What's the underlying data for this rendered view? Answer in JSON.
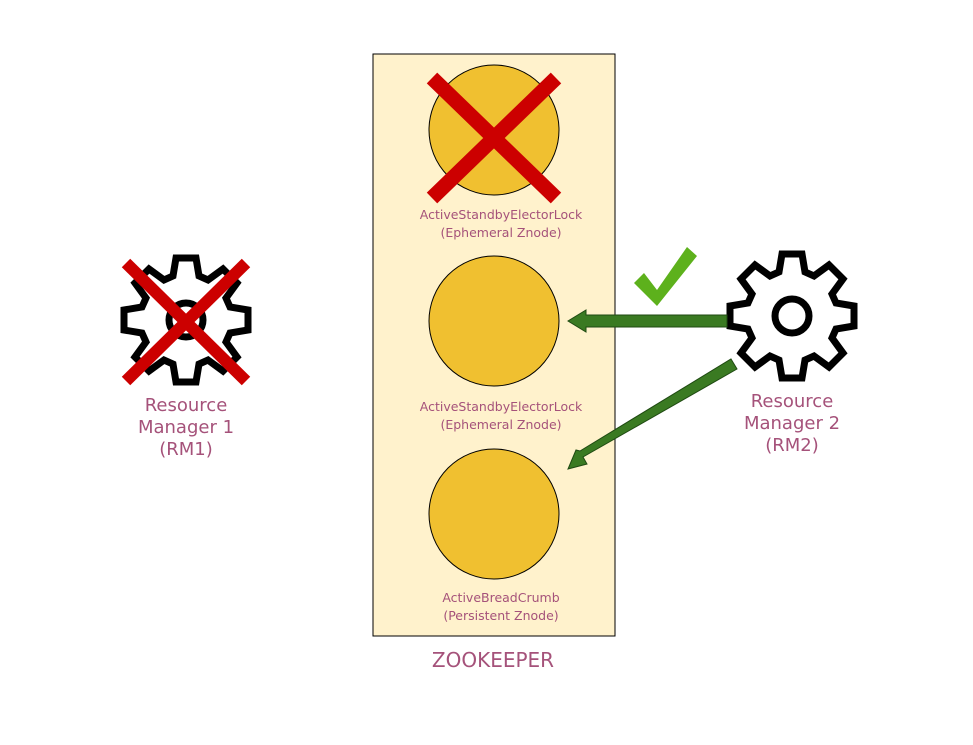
{
  "colors": {
    "label": "#a5527a",
    "zookeeper_fill": "#fff2cc",
    "znode_fill": "#f0c030",
    "cross": "#cc0000",
    "arrow": "#3a7a22",
    "check": "#5db11c"
  },
  "resource_managers": [
    {
      "line1": "Resource",
      "line2": "Manager 1",
      "line3": "(RM1)",
      "icon": "gear-icon",
      "status": "failed"
    },
    {
      "line1": "Resource",
      "line2": "Manager 2",
      "line3": "(RM2)",
      "icon": "gear-icon",
      "status": "active"
    }
  ],
  "znodes": [
    {
      "name": "ActiveStandbyElectorLock",
      "type": "(Ephemeral Znode)",
      "status": "deleted"
    },
    {
      "name": "ActiveStandbyElectorLock",
      "type": "(Ephemeral Znode)",
      "status": "acquired"
    },
    {
      "name": "ActiveBreadCrumb",
      "type": "(Persistent Znode)",
      "status": "written"
    }
  ],
  "zookeeper": {
    "label": "ZOOKEEPER"
  }
}
